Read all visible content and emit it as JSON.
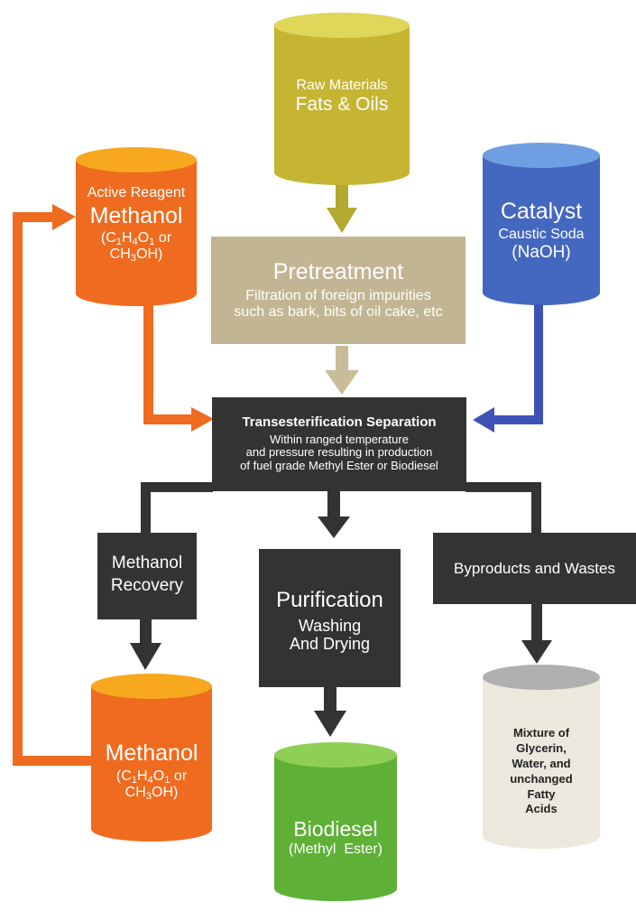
{
  "colors": {
    "raw": "#c6b533",
    "pretreat": "#c2b593",
    "methanol": "#ef6b1f",
    "catalyst": "#4467c0",
    "dark": "#333333",
    "biodiesel": "#5fb037",
    "waste": "#ece8dd",
    "blue_arrow": "#3e52b5",
    "beige_arrow": "#c9bc98"
  },
  "raw_materials": {
    "line1": "Raw Materials",
    "line2": "Fats & Oils"
  },
  "active_reagent": {
    "line1": "Active Reagent",
    "line2": "Methanol",
    "formula1": "(C",
    "formula2": "H",
    "formula3": "O",
    "formula4": " or",
    "formula_b": "CH",
    "formula_b2": "OH)",
    "sub1": "1",
    "sub4": "4",
    "sub_o": "1",
    "sub3": "3"
  },
  "catalyst": {
    "line1": "Catalyst",
    "line2": "Caustic Soda",
    "line3": "(NaOH)"
  },
  "pretreatment": {
    "title": "Pretreatment",
    "line1": "Filtration of foreign impurities",
    "line2": "such as bark, bits of oil cake, etc"
  },
  "transesterification": {
    "title": "Transesterification Separation",
    "line1": "Within ranged temperature",
    "line2": "and pressure resulting in production",
    "line3": "of fuel grade Methyl Ester or Biodiesel"
  },
  "methanol_recovery": {
    "line1": "Methanol",
    "line2": "Recovery"
  },
  "purification": {
    "title": "Purification",
    "line1": "Washing",
    "line2": "And Drying"
  },
  "byproducts": {
    "label": "Byproducts and Wastes"
  },
  "methanol_out": {
    "line1": "Methanol",
    "formula1": "(C",
    "formula2": "H",
    "formula3": "O",
    "formula4": " or",
    "formula_b": "CH",
    "formula_b2": "OH)",
    "sub1": "1",
    "sub4": "4",
    "sub_o": "1",
    "sub3": "3"
  },
  "biodiesel": {
    "line1": "Biodiesel",
    "line2": "(Methyl  Ester)"
  },
  "waste_mixture": {
    "line1": "Mixture of",
    "line2": "Glycerin,",
    "line3": "Water, and",
    "line4": "unchanged",
    "line5": "Fatty",
    "line6": "Acids"
  }
}
